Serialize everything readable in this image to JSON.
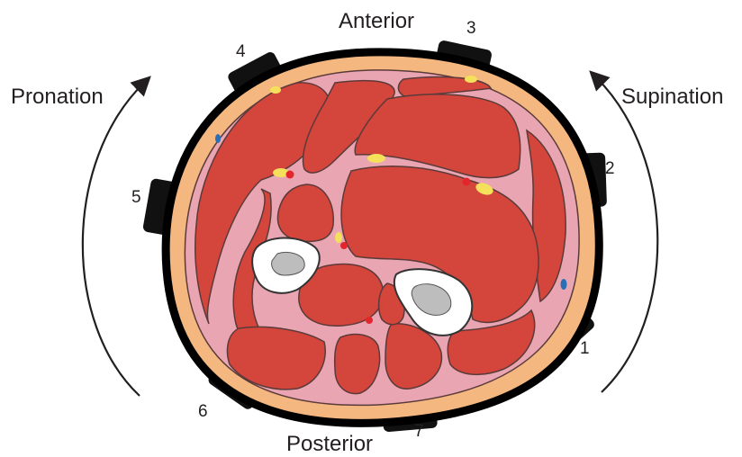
{
  "orientation": {
    "anterior": "Anterior",
    "posterior": "Posterior",
    "pronation": "Pronation",
    "supination": "Supination"
  },
  "electrodes": [
    "1",
    "2",
    "3",
    "4",
    "5",
    "6",
    "7"
  ],
  "colors": {
    "outline": "#000000",
    "skin": "#f4b77f",
    "fascia": "#e9a6b2",
    "muscle": "#d4453b",
    "bone": "#ffffff",
    "marrow": "#bdbdbd",
    "nerve": "#f4e05a",
    "artery": "#e3262b",
    "vein": "#2a6fb3"
  }
}
